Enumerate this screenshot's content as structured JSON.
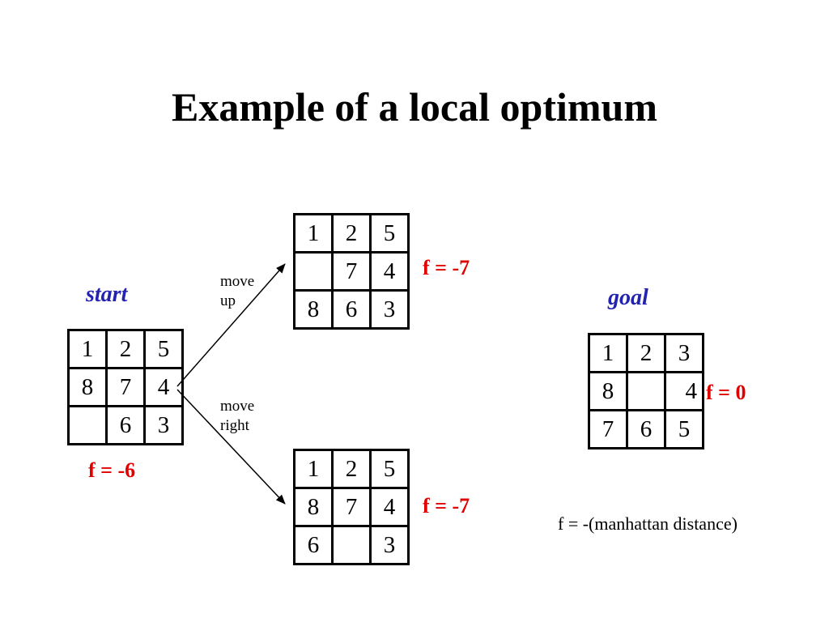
{
  "title": "Example of a local optimum",
  "labels": {
    "start": "start",
    "goal": "goal"
  },
  "moves": {
    "up": [
      "move",
      "up"
    ],
    "right": [
      "move",
      "right"
    ]
  },
  "boards": {
    "start": {
      "rows": [
        [
          "1",
          "2",
          "5"
        ],
        [
          "8",
          "7",
          "4"
        ],
        [
          "",
          "6",
          "3"
        ]
      ],
      "f": "f = -6"
    },
    "move_up": {
      "rows": [
        [
          "1",
          "2",
          "5"
        ],
        [
          "",
          "7",
          "4"
        ],
        [
          "8",
          "6",
          "3"
        ]
      ],
      "f": "f = -7"
    },
    "move_right": {
      "rows": [
        [
          "1",
          "2",
          "5"
        ],
        [
          "8",
          "7",
          "4"
        ],
        [
          "6",
          "",
          "3"
        ]
      ],
      "f": "f = -7"
    },
    "goal": {
      "rows": [
        [
          "1",
          "2",
          "3"
        ],
        [
          "8",
          "",
          "4"
        ],
        [
          "7",
          "6",
          "5"
        ]
      ],
      "f": "f = 0"
    }
  },
  "note": "f = -(manhattan distance)",
  "colors": {
    "label_blue": "#2323b0",
    "f_red": "#e00000"
  }
}
